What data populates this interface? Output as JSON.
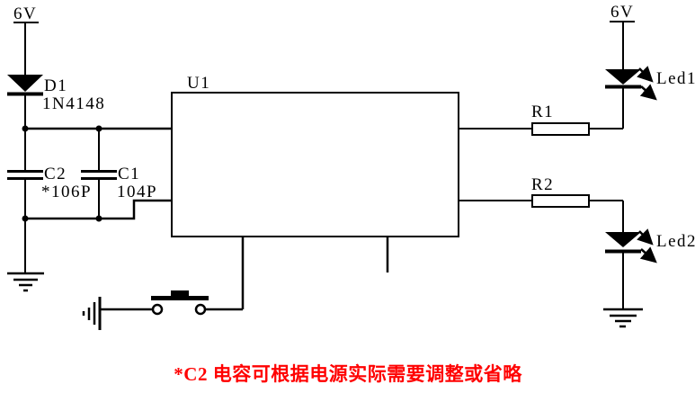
{
  "note": {
    "text": "*C2 电容可根据电源实际需要调整或省略",
    "color": "#FF0000"
  },
  "colors": {
    "line": "#000000",
    "background": "#FFFFFF"
  },
  "labels": {
    "vcc_left": "6V",
    "vcc_right": "6V",
    "d1_ref": "D1",
    "d1_value": "1N4148",
    "c2_ref": "C2",
    "c2_value": "*106P",
    "c1_ref": "C1",
    "c1_value": "104P",
    "u1_ref": "U1",
    "r1_ref": "R1",
    "r2_ref": "R2",
    "led1_ref": "Led1",
    "led2_ref": "Led2"
  }
}
